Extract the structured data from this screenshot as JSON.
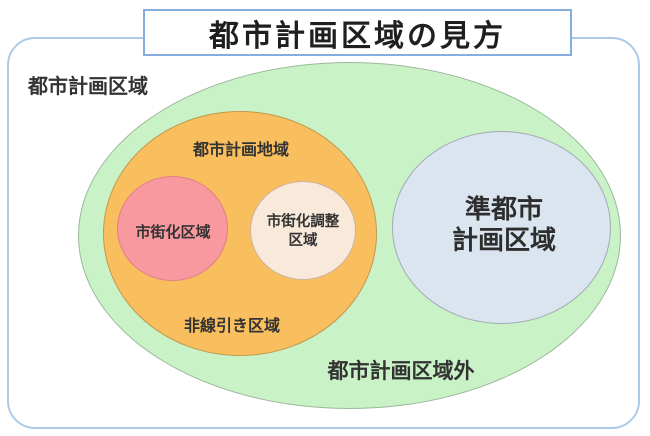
{
  "title": "都市計画区域の見方",
  "labels": {
    "outer_area": "都市計画区域",
    "planning_region_top": "都市計画地域",
    "urbanization_area": "市街化区域",
    "urbanization_control_line1": "市街化調整",
    "urbanization_control_line2": "区域",
    "undelineated_area": "非線引き区域",
    "quasi_planning_line1": "準都市",
    "quasi_planning_line2": "計画区域",
    "outside_area": "都市計画区域外"
  },
  "colors": {
    "green-fill": "#c9f2c6",
    "green-border": "#9cb89c",
    "orange-fill": "#f9be5e",
    "orange-border": "#c1984e",
    "pink-fill": "#f7999f",
    "pink-border": "#e07f88",
    "cream-fill": "#f8e9da",
    "cream-border": "#cbb39f",
    "blue-fill": "#dae5f0",
    "blue-border": "#a4abb5",
    "frame-border": "#abcbe8",
    "title-border": "#85aede",
    "text": "#333333"
  }
}
